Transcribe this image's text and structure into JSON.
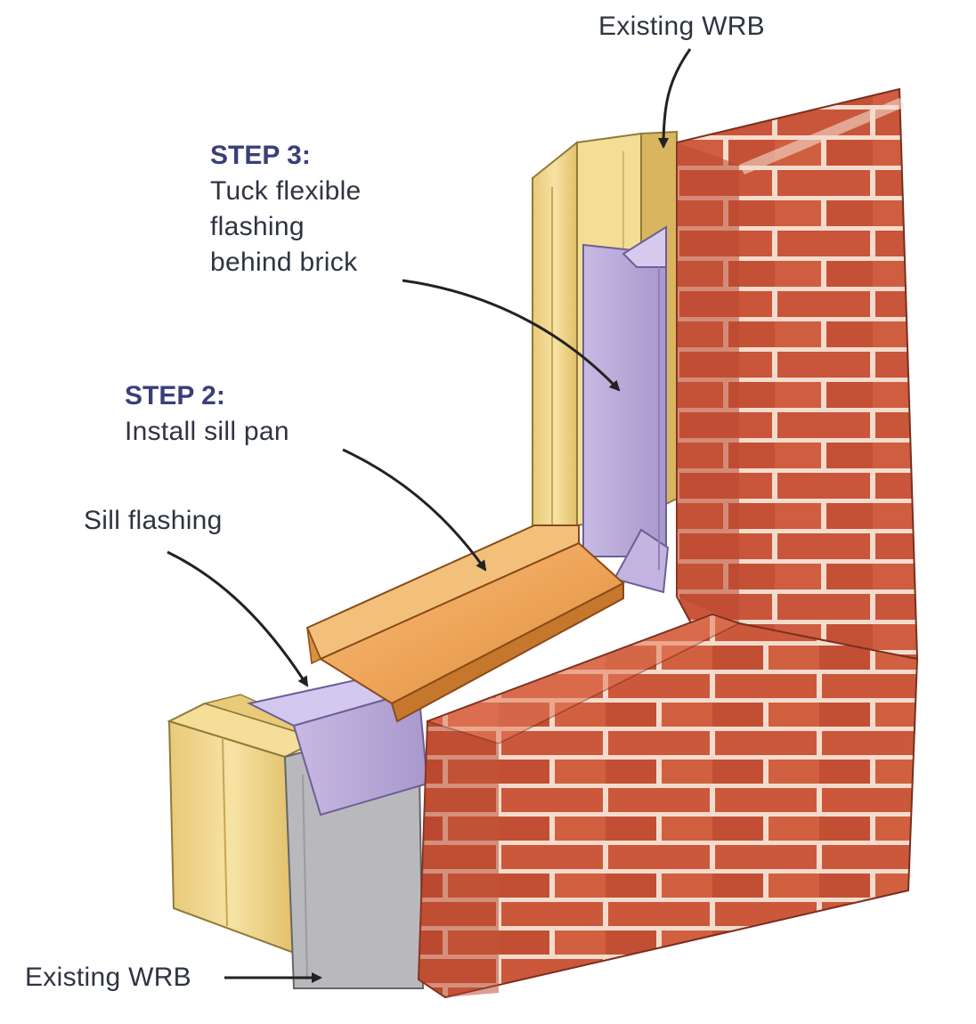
{
  "labels": {
    "wrb_top": "Existing WRB",
    "wrb_bottom": "Existing WRB",
    "sill_flashing": "Sill flashing"
  },
  "step3": {
    "title": "STEP 3:",
    "lines": [
      "Tuck flexible",
      "flashing",
      "behind brick"
    ]
  },
  "step2": {
    "title": "STEP 2:",
    "lines": [
      "Install sill pan"
    ]
  },
  "colors": {
    "brick": "#c9553a",
    "mortar": "#f2ddd0",
    "wood": "#f0d98a",
    "flashing": "#b8a8d8",
    "sill_pan": "#eea55a",
    "wrb": "#b9b9bd"
  }
}
